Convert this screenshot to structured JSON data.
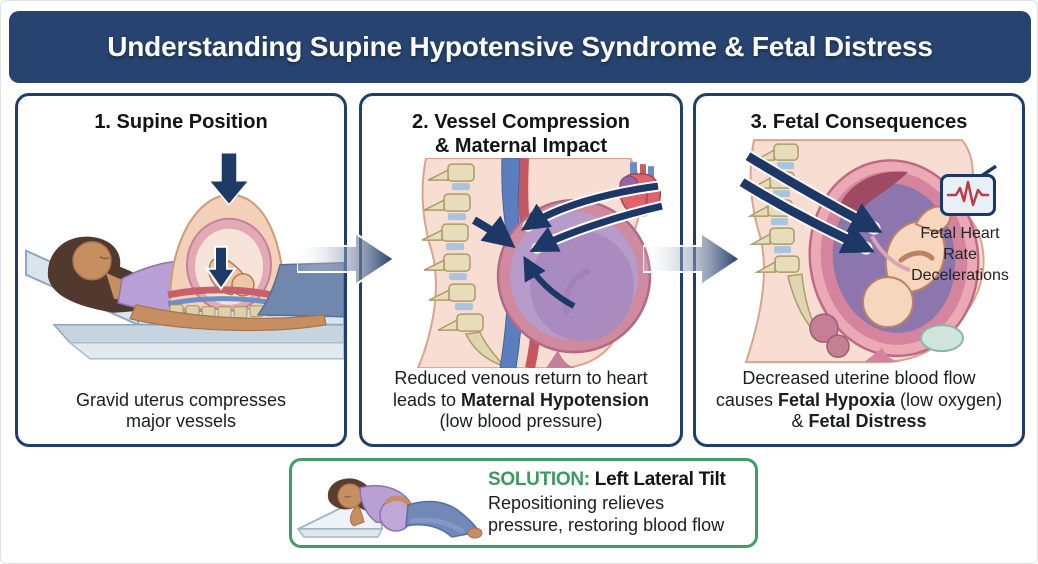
{
  "header": {
    "title": "Understanding Supine Hypotensive Syndrome & Fetal Distress"
  },
  "panels": [
    {
      "id": "supine-position",
      "title_lines": [
        [
          {
            "text": "1. Supine Position"
          }
        ]
      ],
      "caption_lines": [
        [
          {
            "text": "Gravid uterus compresses"
          }
        ],
        [
          {
            "text": "major vessels"
          }
        ]
      ]
    },
    {
      "id": "vessel-compression",
      "title_lines": [
        [
          {
            "text": "2. Vessel Compression"
          }
        ],
        [
          {
            "text": "& Maternal Impact"
          }
        ]
      ],
      "caption_lines": [
        [
          {
            "text": "Reduced venous return to heart"
          }
        ],
        [
          {
            "text": "leads to "
          },
          {
            "text": "Maternal Hypotension",
            "bold": true
          }
        ],
        [
          {
            "text": "(low blood pressure)"
          }
        ]
      ]
    },
    {
      "id": "fetal-consequences",
      "title_lines": [
        [
          {
            "text": "3. Fetal Consequences"
          }
        ]
      ],
      "caption_lines": [
        [
          {
            "text": "Decreased uterine blood flow"
          }
        ],
        [
          {
            "text": "causes "
          },
          {
            "text": "Fetal Hypoxia",
            "bold": true
          },
          {
            "text": " (low oxygen)"
          }
        ],
        [
          {
            "text": "& "
          },
          {
            "text": "Fetal Distress",
            "bold": true
          }
        ]
      ],
      "callout_lines": [
        [
          {
            "text": "Fetal Heart"
          }
        ],
        [
          {
            "text": "Rate"
          }
        ],
        [
          {
            "text": "Decelerations"
          }
        ]
      ]
    }
  ],
  "solution": {
    "label": "SOLUTION:",
    "title": "Left Lateral Tilt",
    "desc_lines": [
      [
        {
          "text": "Repositioning relieves"
        }
      ],
      [
        {
          "text": "pressure, restoring blood flow"
        }
      ]
    ]
  },
  "icons": {
    "flow-arrow": "navy right-pointing block arrow with gradient tail",
    "down-arrow": "navy downward block arrow (uterus pressing on vessels)",
    "heart": "anatomical heart (red body, purple atrium, blue vessels)",
    "fetal-heart-rate": "red ECG trace inside navy rounded box"
  },
  "colors": {
    "header_bg": "#27436f",
    "panel_border": "#1f3e6e",
    "arrow_navy": "#1d3766",
    "solution_border": "#3f9e63",
    "solution_label": "#3d9960",
    "ekg_red": "#bf3a44",
    "header_text": "#fbfcfd",
    "body_text": "#1b1d20",
    "uterus_purple": "#b79bca",
    "uterus_rim_pink": "#d4849c",
    "skin_tone": "#f3d0ba",
    "vein_blue": "#5b7fbe",
    "artery_red": "#c5565f",
    "vertebra_tan": "#e7ddbb"
  }
}
